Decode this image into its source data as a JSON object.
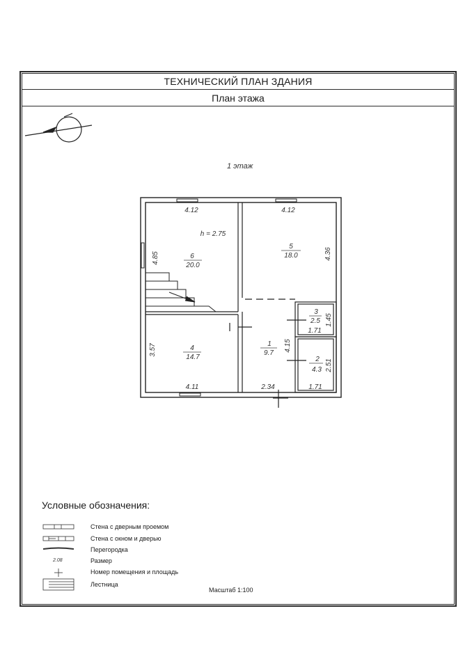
{
  "header": {
    "title": "ТЕХНИЧЕСКИЙ ПЛАН ЗДАНИЯ",
    "subtitle": "План этажа"
  },
  "floor_label": "1 этаж",
  "height_label": "h = 2.75",
  "rooms": [
    {
      "number": "6",
      "area": "20.0"
    },
    {
      "number": "5",
      "area": "18.0"
    },
    {
      "number": "4",
      "area": "14.7"
    },
    {
      "number": "1",
      "area": "9.7"
    },
    {
      "number": "3",
      "area": "2.5"
    },
    {
      "number": "2",
      "area": "4.3"
    }
  ],
  "dimensions": {
    "room6_top": "4.12",
    "room6_left": "4.85",
    "room5_top": "4.12",
    "room5_right": "4.36",
    "room4_left": "3.57",
    "room4_bottom": "4.11",
    "room1_bottom": "2.34",
    "room1_right": "4.15",
    "room3_right": "1.45",
    "room3_bottom": "1.71",
    "room2_right": "2.51",
    "room2_bottom": "1.71"
  },
  "legend": {
    "title": "Условные обозначения:",
    "items": [
      {
        "symbol": "door-wall",
        "label": "Стена с дверным проемом"
      },
      {
        "symbol": "window-door-wall",
        "label": "Стена с окном и дверью"
      },
      {
        "symbol": "partition",
        "label": "Перегородка"
      },
      {
        "symbol": "dimension",
        "sample": "2.08",
        "label": "Размер"
      },
      {
        "symbol": "room-number",
        "label": "Номер помещения и площадь"
      },
      {
        "symbol": "stairs",
        "label": "Лестница"
      }
    ]
  },
  "scale": "Масштаб 1:100"
}
